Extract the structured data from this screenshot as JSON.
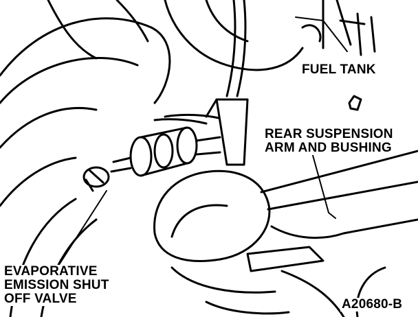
{
  "labels": {
    "fuel_tank": "FUEL TANK",
    "rear_suspension": [
      "REAR SUSPENSION",
      "ARM AND BUSHING"
    ],
    "evap_valve": [
      "EVAPORATIVE",
      "EMISSION SHUT",
      "OFF VALVE"
    ],
    "figure_id": "A20680-B"
  },
  "colors": {
    "ink": "#000000",
    "paper": "#ffffff"
  }
}
